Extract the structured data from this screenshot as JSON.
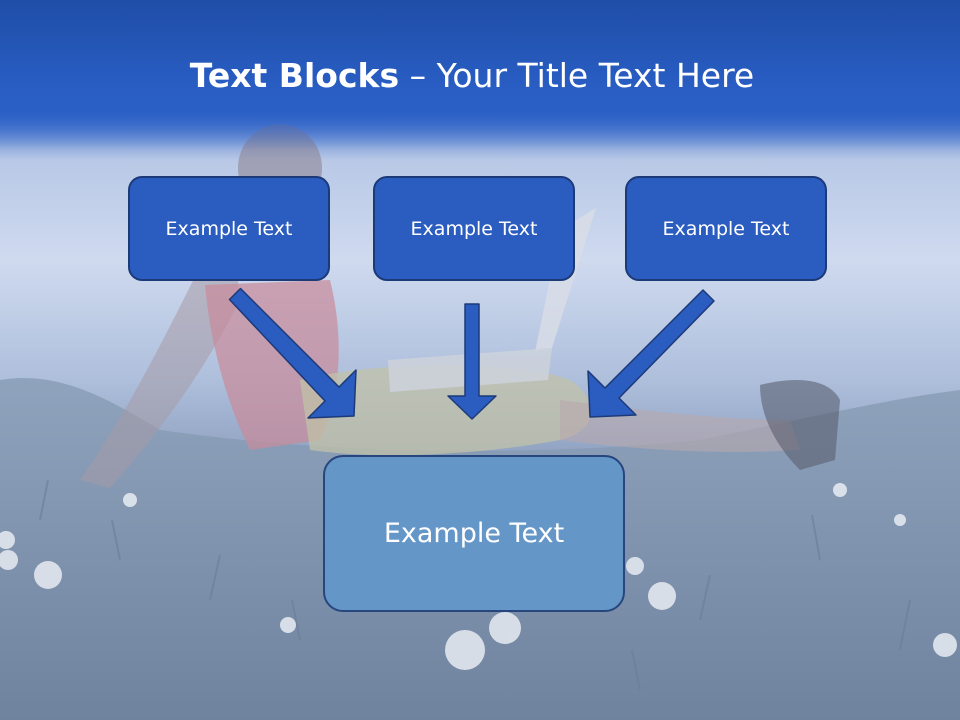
{
  "title": {
    "bold": "Text Blocks",
    "separator": " – ",
    "normal": "Your Title Text Here"
  },
  "blocks": {
    "left": "Example Text",
    "middle": "Example Text",
    "right": "Example Text"
  },
  "center_block": "Example Text",
  "colors": {
    "header": "#2a5fc6",
    "box_fill": "#2b5cc0",
    "box_border": "#1c3a78",
    "center_fill": "#6596c8"
  }
}
